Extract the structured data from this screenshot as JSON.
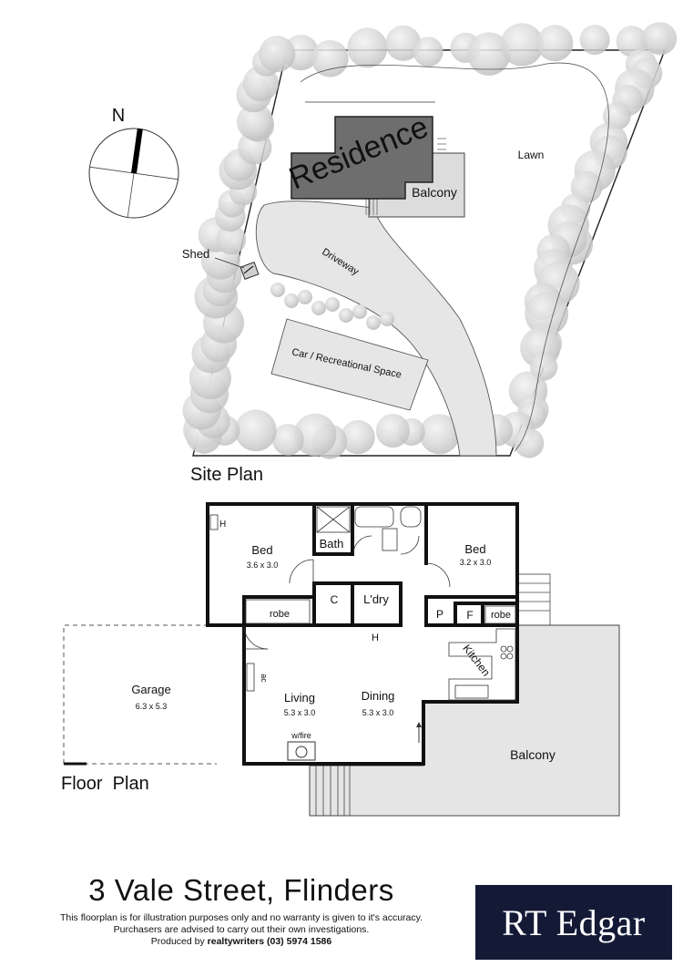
{
  "site_plan": {
    "heading": "Site Plan",
    "compass_letter": "N",
    "labels": {
      "residence": "Residence",
      "balcony": "Balcony",
      "lawn": "Lawn",
      "shed": "Shed",
      "driveway": "Driveway",
      "car_space": "Car / Recreational Space"
    }
  },
  "floor_plan": {
    "heading": "Floor  Plan",
    "rooms": {
      "bed1": {
        "name": "Bed",
        "size": "3.6 x 3.0"
      },
      "bath": {
        "name": "Bath"
      },
      "bed2": {
        "name": "Bed",
        "size": "3.2 x 3.0"
      },
      "c": {
        "name": "C"
      },
      "ldry": {
        "name": "L'dry"
      },
      "robe1": {
        "name": "robe"
      },
      "robe2": {
        "name": "robe"
      },
      "p": {
        "name": "P"
      },
      "f": {
        "name": "F"
      },
      "garage": {
        "name": "Garage",
        "size": "6.3 x 5.3"
      },
      "living": {
        "name": "Living",
        "size": "5.3 x 3.0"
      },
      "dining": {
        "name": "Dining",
        "size": "5.3 x 3.0"
      },
      "kitchen": {
        "name": "Kitchen"
      },
      "balcony": {
        "name": "Balcony"
      }
    },
    "markers": {
      "heater_bed": "H",
      "heater_hall": "H",
      "aircon": "ac",
      "fireplace": "w/fire"
    }
  },
  "footer": {
    "address": "3 Vale Street, Flinders",
    "disclaimer_line1": "This floorplan is for illustration purposes only and no warranty is given to it's accuracy.",
    "disclaimer_line2": "Purchasers are advised to carry out their own investigations.",
    "produced_prefix": "Produced by ",
    "produced_by": "realtywriters (03) 5974 1586",
    "agency_logo_text": "RT Edgar",
    "logo_background": "#141a36"
  }
}
